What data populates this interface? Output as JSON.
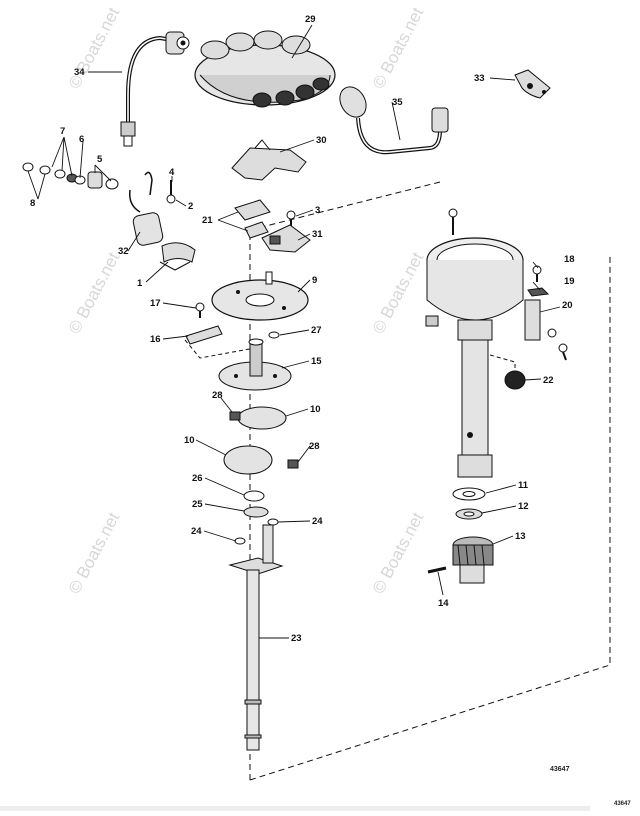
{
  "watermark": "© Boats.net",
  "drawing_number": "43647",
  "drawing_number_corner": "43647",
  "callouts": {
    "c1": "1",
    "c2": "2",
    "c3": "3",
    "c4": "4",
    "c5": "5",
    "c6": "6",
    "c7": "7",
    "c8": "8",
    "c9": "9",
    "c10a": "10",
    "c10b": "10",
    "c11": "11",
    "c12": "12",
    "c13": "13",
    "c14": "14",
    "c15": "15",
    "c16": "16",
    "c17": "17",
    "c18": "18",
    "c19": "19",
    "c20": "20",
    "c21": "21",
    "c22": "22",
    "c23": "23",
    "c24a": "24",
    "c24b": "24",
    "c25": "25",
    "c26": "26",
    "c27": "27",
    "c28a": "28",
    "c28b": "28",
    "c29": "29",
    "c30": "30",
    "c31": "31",
    "c32": "32",
    "c33": "33",
    "c34": "34",
    "c35": "35"
  },
  "colors": {
    "line": "#111111",
    "part_fill": "#e9e9e9",
    "part_dark": "#555555",
    "watermark": "#b8b8b8"
  }
}
